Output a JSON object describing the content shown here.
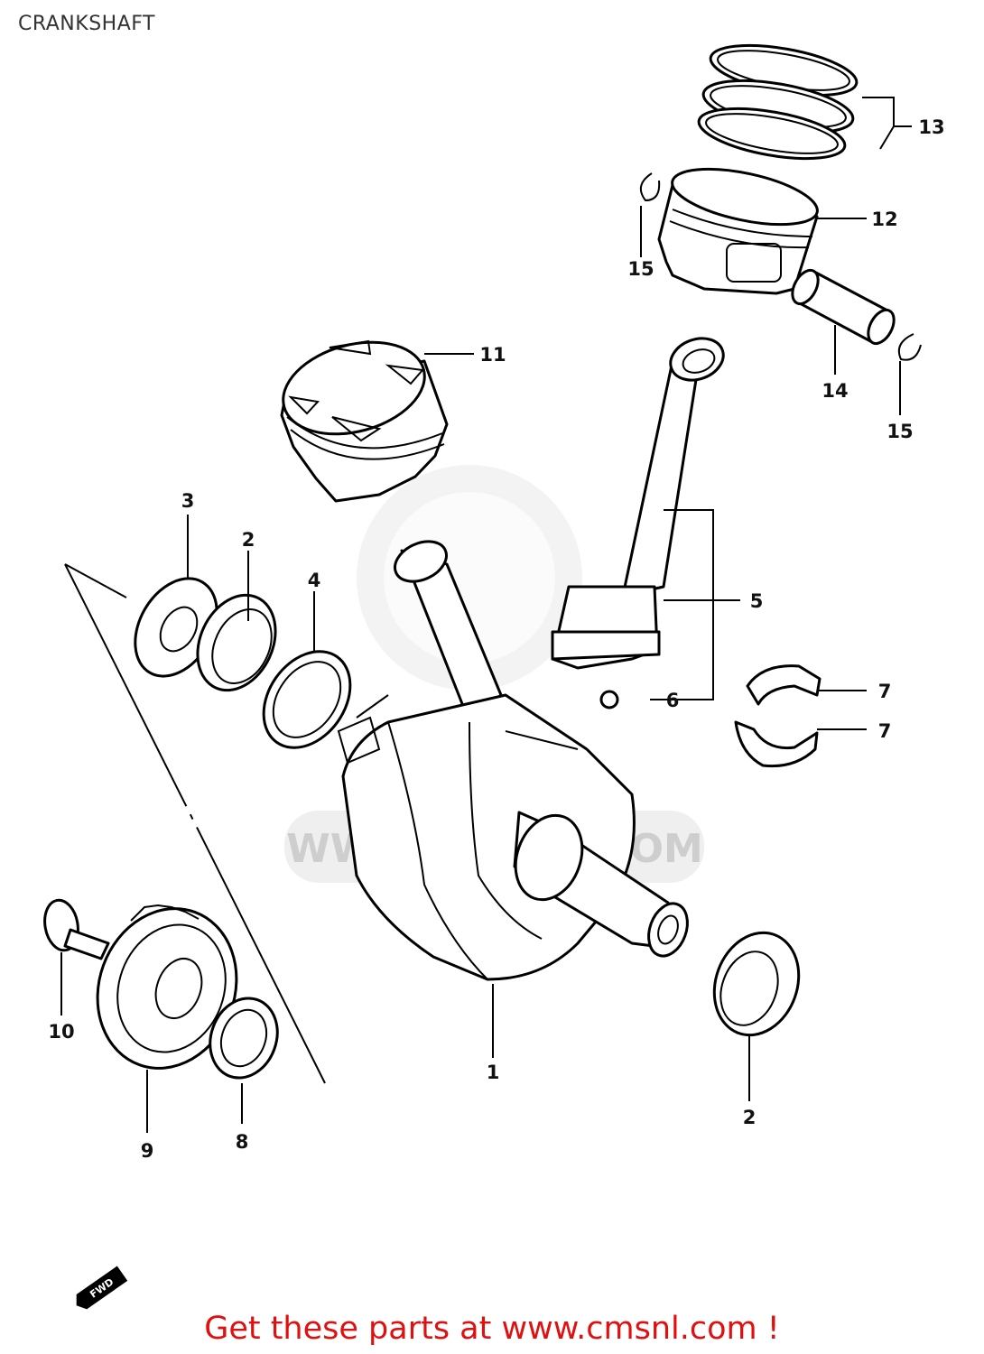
{
  "header": {
    "title": "CRANKSHAFT"
  },
  "watermark": {
    "text": "WWW.CMSNL.COM"
  },
  "direction_marker": {
    "text": "FWD"
  },
  "callouts": [
    "1",
    "2",
    "2",
    "3",
    "4",
    "5",
    "6",
    "7",
    "7",
    "8",
    "9",
    "10",
    "11",
    "12",
    "13",
    "14",
    "15",
    "15"
  ],
  "footer": {
    "cta": "Get these parts at www.cmsnl.com !"
  }
}
